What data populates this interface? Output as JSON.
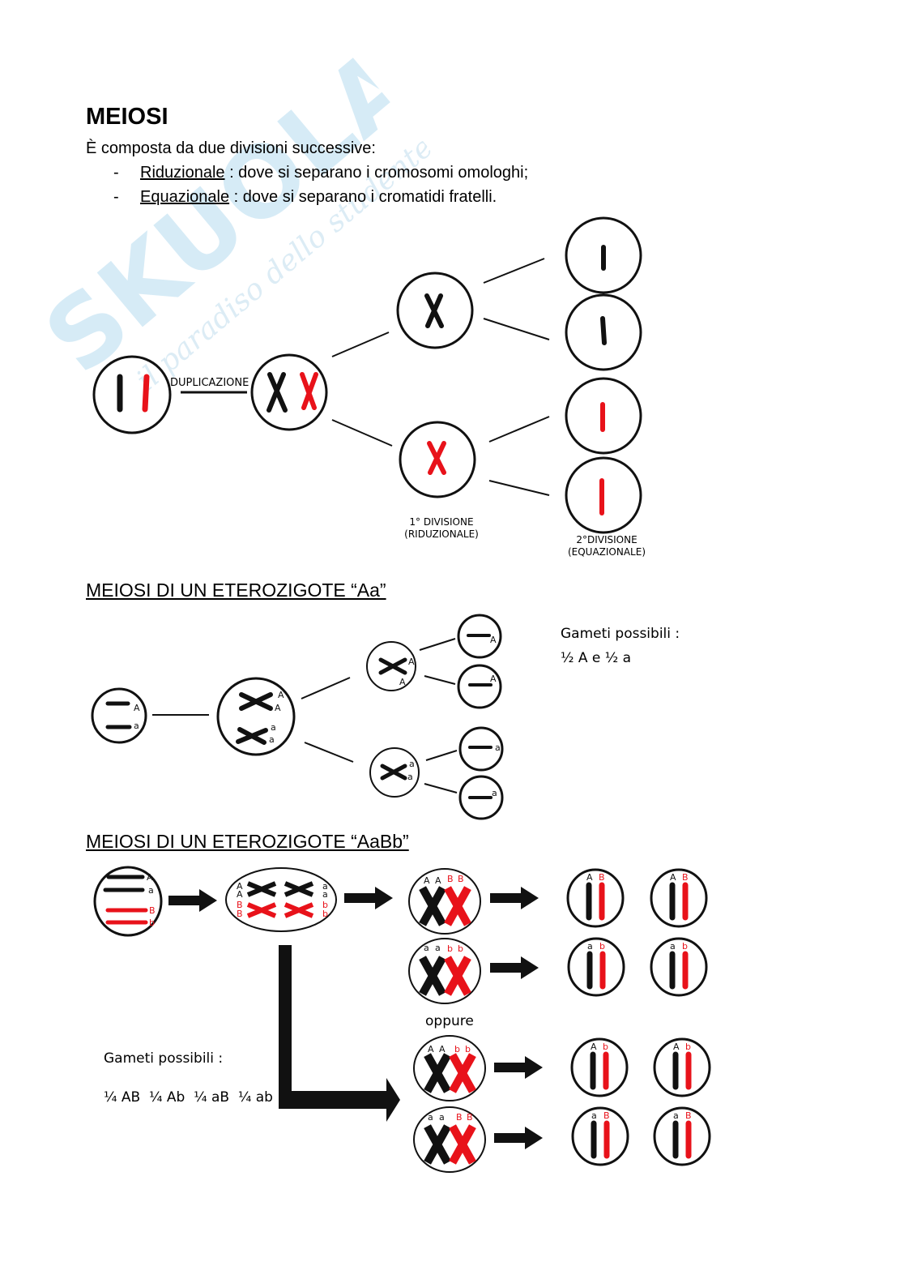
{
  "watermark": {
    "brand": "SKUOLA.net",
    "tagline": "il paradiso dello studente",
    "color": "#cfe6f3"
  },
  "title": "MEIOSI",
  "intro": "È composta da due divisioni successive:",
  "bullets": [
    {
      "dash": "-",
      "term": "Riduzionale",
      "rest": " : dove si separano i cromosomi omologhi;"
    },
    {
      "dash": "-",
      "term": "Equazionale",
      "rest": " : dove si separano i cromatidi fratelli."
    }
  ],
  "diagram1": {
    "duplication_label": "DUPLICAZIONE",
    "first_division_line1": "1° DIVISIONE",
    "first_division_line2": "(RIDUZIONALE)",
    "second_division_line1": "2°DIVISIONE",
    "second_division_line2": "(EQUAZIONALE)"
  },
  "section2": {
    "heading": "MEIOSI DI UN ETEROZIGOTE “Aa”",
    "gametes_title": "Gameti possibili :",
    "gametes_values": "½ A e ½ a",
    "allele_A": "A",
    "allele_a": "a"
  },
  "section3": {
    "heading": "MEIOSI DI UN ETEROZIGOTE “AaBb”",
    "alternative_label": "oppure",
    "gametes_title": "Gameti possibili :",
    "gametes_values": "¼ AB  ¼ Ab  ¼ aB  ¼ ab",
    "allele_A": "A",
    "allele_a": "a",
    "allele_B": "B",
    "allele_b": "b"
  },
  "colors": {
    "black": "#111111",
    "red": "#e8121a"
  }
}
